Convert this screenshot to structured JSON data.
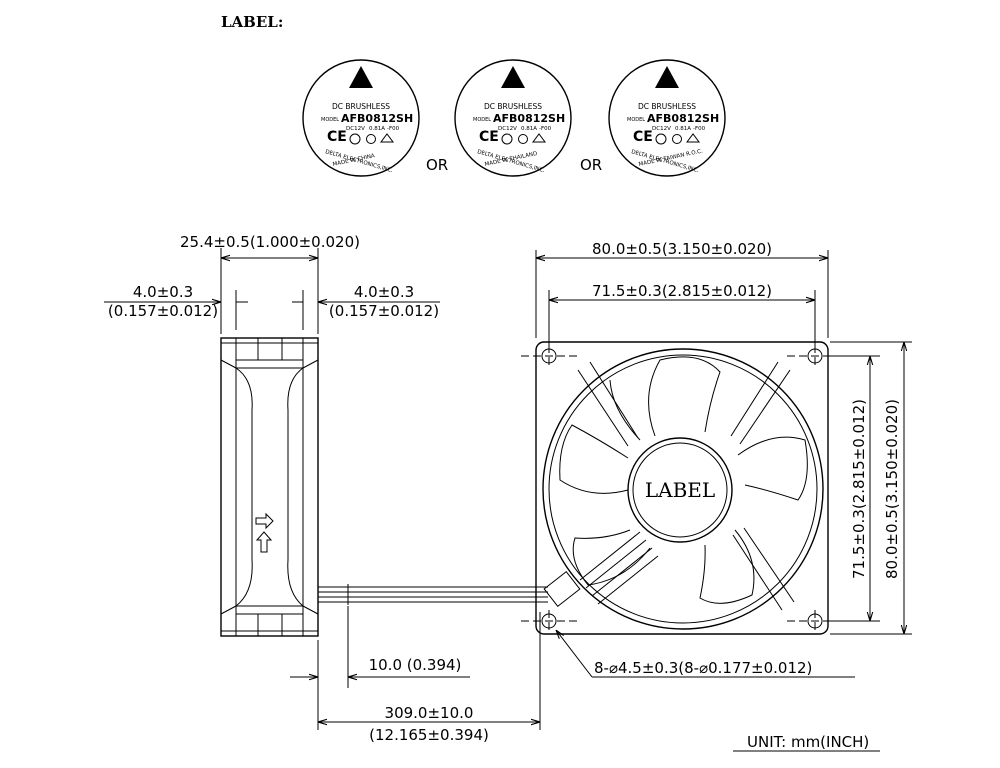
{
  "label_section": {
    "title": "LABEL:",
    "separator": "OR",
    "labels": [
      {
        "product": "DC BRUSHLESS",
        "model_prefix": "MODEL",
        "model": "AFB0812SH",
        "rating": "DC12V",
        "current": "0.81A",
        "suffix": "-F00",
        "maker": "DELTA ELECTRONICS,INC.",
        "origin": "MADE IN CHINA"
      },
      {
        "product": "DC BRUSHLESS",
        "model_prefix": "MODEL",
        "model": "AFB0812SH",
        "rating": "DC12V",
        "current": "0.81A",
        "suffix": "-F00",
        "maker": "DELTA ELECTRONICS,INC.",
        "origin": "MADE IN THAILAND"
      },
      {
        "product": "DC BRUSHLESS",
        "model_prefix": "MODEL",
        "model": "AFB0812SH",
        "rating": "DC12V",
        "current": "0.81A",
        "suffix": "-F00",
        "maker": "DELTA ELECTRONICS,INC.",
        "origin": "MADE IN TAIWAN R.O.C."
      }
    ]
  },
  "side_view": {
    "width_dim": "25.4±0.5(1.000±0.020)",
    "left_flange": "4.0±0.3",
    "left_flange_inch": "(0.157±0.012)",
    "right_flange": "4.0±0.3",
    "right_flange_inch": "(0.157±0.012)"
  },
  "front_view": {
    "hub_label": "LABEL",
    "outer_width": "80.0±0.5(3.150±0.020)",
    "hole_spacing_h": "71.5±0.3(2.815±0.012)",
    "hole_spacing_v": "71.5±0.3(2.815±0.012)",
    "outer_height": "80.0±0.5(3.150±0.020)",
    "holes": "8-⌀4.5±0.3(8-⌀0.177±0.012)"
  },
  "lead_wire": {
    "strip": "10.0  (0.394)",
    "length": "309.0±10.0",
    "length_inch": "(12.165±0.394)"
  },
  "unit": "UNIT:  mm(INCH)"
}
